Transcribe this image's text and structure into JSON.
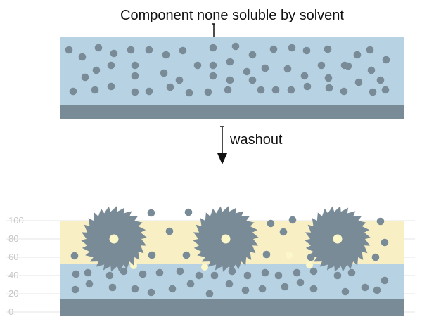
{
  "labels": {
    "top_caption": "Component none soluble by solvent",
    "process": "washout"
  },
  "scale": {
    "ticks": [
      "100",
      "80",
      "60",
      "40",
      "20",
      "0"
    ]
  },
  "colors": {
    "substrate": "#7a8b98",
    "matrix": "#b7d2e2",
    "swollen_layer": "#f8f0c4",
    "particle": "#7a8b98",
    "dissolved_particle": "#fbf7c8",
    "arrow": "#111111",
    "tick_text": "#c7c7c7",
    "tick_line": "#e6e6e6"
  },
  "icons": {
    "brush": "rotary-brush-icon",
    "particle": "particle-dot",
    "arrow": "down-arrow-icon"
  }
}
